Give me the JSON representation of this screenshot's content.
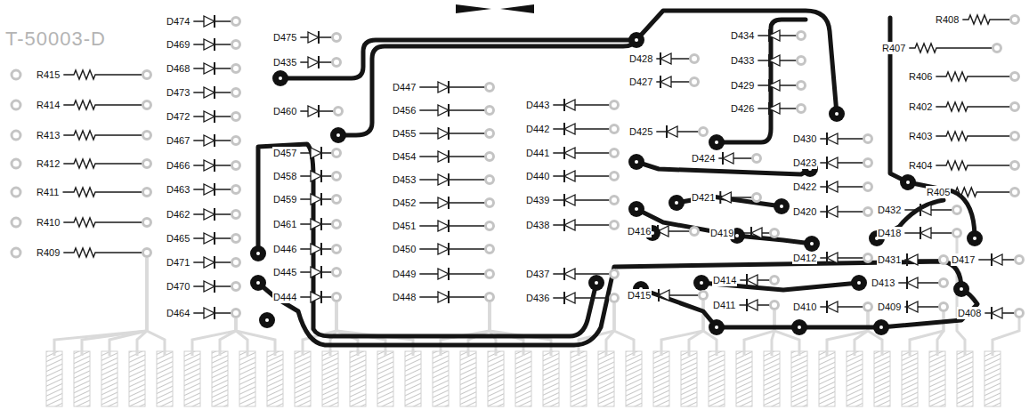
{
  "diagram": {
    "labels": [
      "T-50003-D",
      "R415",
      "R414",
      "R413",
      "R412",
      "R411",
      "R410",
      "R409",
      "D474",
      "D469",
      "D468",
      "D473",
      "D472",
      "D467",
      "D466",
      "D463",
      "D462",
      "D465",
      "D471",
      "D470",
      "D464",
      "D475",
      "D435",
      "D460",
      "D457",
      "D458",
      "D459",
      "D461",
      "D446",
      "D445",
      "D444",
      "D447",
      "D456",
      "D455",
      "D454",
      "D453",
      "D452",
      "D451",
      "D450",
      "D449",
      "D448",
      "D443",
      "D442",
      "D441",
      "D440",
      "D439",
      "D438",
      "D437",
      "D436",
      "D428",
      "D427",
      "D425",
      "D424",
      "D421",
      "D416",
      "D419",
      "D415",
      "D414",
      "D411",
      "D434",
      "D433",
      "D429",
      "D426",
      "D430",
      "D423",
      "D422",
      "D420",
      "D412",
      "D410",
      "D432",
      "D418",
      "D431",
      "D413",
      "D409",
      "D417",
      "D408",
      "R408",
      "R407",
      "R406",
      "R402",
      "R403",
      "R404",
      "R405"
    ]
  }
}
